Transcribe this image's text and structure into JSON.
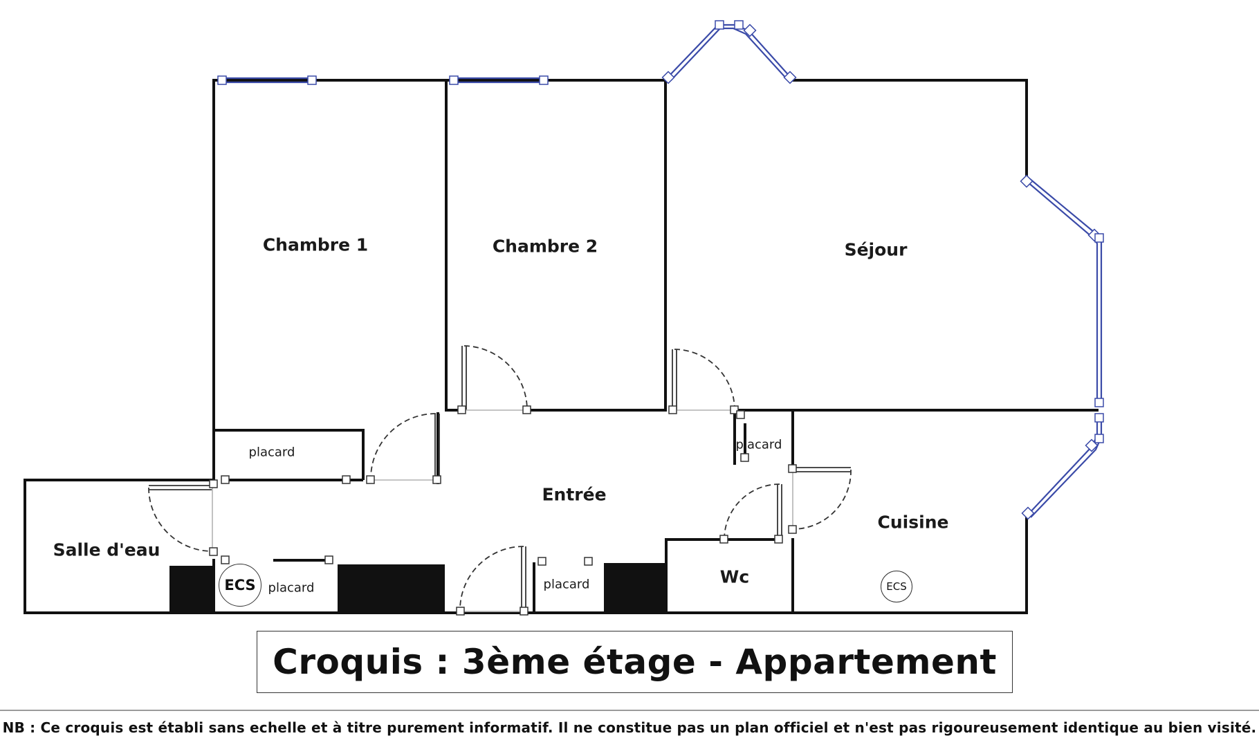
{
  "title": "Croquis : 3ème étage - Appartement",
  "footer_note": "NB : Ce croquis est établi sans echelle et à titre purement informatif. Il ne constitue pas un plan officiel et n'est pas rigoureusement identique au bien visité.",
  "rooms": {
    "chambre1": "Chambre 1",
    "chambre2": "Chambre 2",
    "sejour": "Séjour",
    "entree": "Entrée",
    "cuisine": "Cuisine",
    "salle_deau": "Salle d'eau",
    "wc": "Wc"
  },
  "placards": {
    "p1": "placard",
    "p2": "placard",
    "p3": "placard",
    "p4": "placard"
  },
  "ecs": {
    "e1": "ECS",
    "e2": "ECS"
  },
  "colors": {
    "wall": "#111111",
    "window": "#3a4aa8",
    "door_arc": "#333333"
  }
}
